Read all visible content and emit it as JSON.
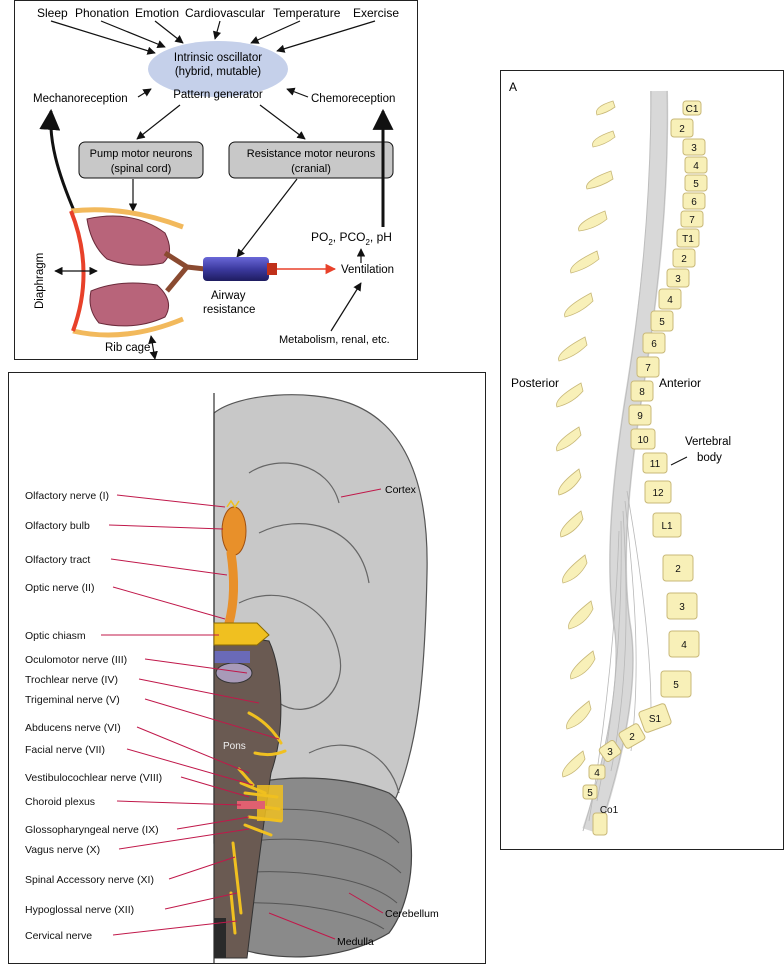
{
  "respiration": {
    "inputs": [
      "Sleep",
      "Phonation",
      "Emotion",
      "Cardiovascular",
      "Temperature",
      "Exercise"
    ],
    "oscillator": {
      "line1": "Intrinsic oscillator",
      "line2": "(hybrid, mutable)",
      "line3": "Pattern generator"
    },
    "mechanoreception": "Mechanoreception",
    "chemoreception": "Chemoreception",
    "pump": {
      "line1": "Pump motor neurons",
      "line2": "(spinal cord)"
    },
    "resistance": {
      "line1": "Resistance motor neurons",
      "line2": "(cranial)"
    },
    "gases": {
      "po": "PO",
      "po_sub": "2",
      "pco": ", PCO",
      "pco_sub": "2",
      "ph": ", pH"
    },
    "ventilation": "Ventilation",
    "airway": {
      "line1": "Airway",
      "line2": "resistance"
    },
    "diaphragm": "Diaphragm",
    "ribcage": "Rib cage",
    "metabolism": "Metabolism, renal, etc.",
    "colors": {
      "lung": "#b8647a",
      "ribcage": "#f2b95c",
      "diaphragm": "#e8412a",
      "oscillator": "#c5d0ea",
      "airway": "#3c3aa0",
      "box": "#c8c8c8"
    }
  },
  "brain": {
    "labels": [
      "Olfactory nerve (I)",
      "Olfactory bulb",
      "Olfactory tract",
      "Optic nerve (II)",
      "Optic chiasm",
      "Oculomotor nerve (III)",
      "Trochlear nerve (IV)",
      "Trigeminal nerve (V)",
      "Abducens nerve (VI)",
      "Facial nerve (VII)",
      "Vestibulocochlear nerve (VIII)",
      "Choroid plexus",
      "Glossopharyngeal nerve (IX)",
      "Vagus nerve (X)",
      "Spinal Accessory nerve (XI)",
      "Hypoglossal nerve (XII)",
      "Cervical nerve"
    ],
    "cortex": "Cortex",
    "pons": "Pons",
    "cerebellum": "Cerebellum",
    "medulla": "Medulla",
    "colors": {
      "leader": "#c0184a",
      "nerve": "#f0c020",
      "bulb": "#e8902a",
      "cortex": "#c8c8c8",
      "cerebellum": "#8a8a8a",
      "brainstem": "#6a5a52"
    }
  },
  "spine": {
    "panel_letter": "A",
    "posterior": "Posterior",
    "anterior": "Anterior",
    "vertebral_body": {
      "line1": "Vertebral",
      "line2": "body"
    },
    "c1": "C1",
    "cervical": [
      "2",
      "3",
      "4",
      "5",
      "6",
      "7"
    ],
    "t1": "T1",
    "thoracic": [
      "2",
      "3",
      "4",
      "5",
      "6",
      "7",
      "8",
      "9",
      "10",
      "11",
      "12"
    ],
    "l1": "L1",
    "lumbar": [
      "2",
      "3",
      "4",
      "5"
    ],
    "s1": "S1",
    "sacral": [
      "2",
      "3",
      "4",
      "5"
    ],
    "co1": "Co1",
    "colors": {
      "vertebra": "#f8f0b8",
      "vertebra_edge": "#c8b878",
      "cord": "#d8d8d8"
    }
  }
}
